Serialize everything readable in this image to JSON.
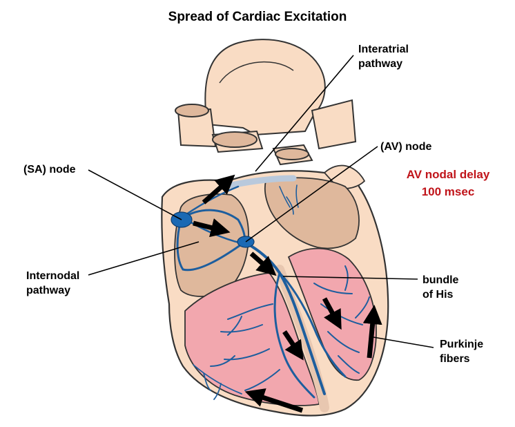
{
  "title": "Spread of Cardiac Excitation",
  "labels": {
    "interatrial_line1": "Interatrial",
    "interatrial_line2": "pathway",
    "av_node": "(AV) node",
    "sa_node": "(SA) node",
    "internodal_line1": "Internodal",
    "internodal_line2": "pathway",
    "bundle_line1": "bundle",
    "bundle_line2": "of His",
    "purkinje_line1": "Purkinje",
    "purkinje_line2": "fibers"
  },
  "annotation": {
    "line1": "AV nodal delay",
    "line2": "100 msec"
  },
  "colors": {
    "heart_wall": "#f9dcc4",
    "chamber": "#dfb89c",
    "ventricle": "#f2a7ae",
    "conduction": "#1d5e9e",
    "node": "#1b69b4",
    "arrow": "#000000",
    "annotation": "#c0141a"
  }
}
